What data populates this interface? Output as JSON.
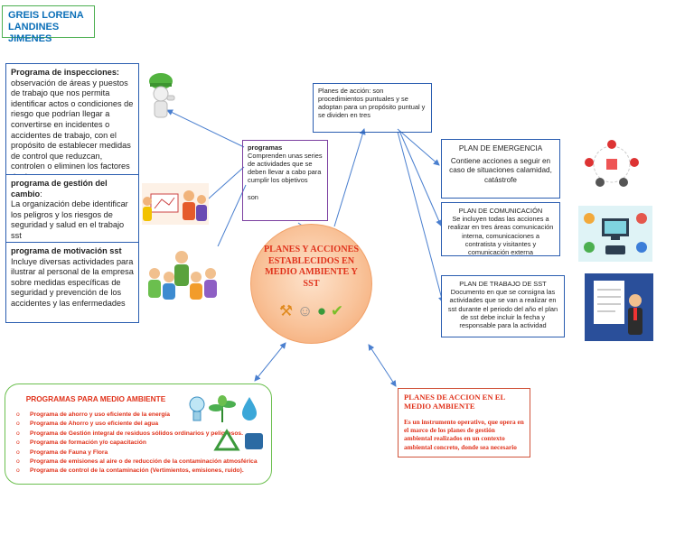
{
  "author": {
    "line1": "GREIS LORENA",
    "line2": "LANDINES JIMENES"
  },
  "central": {
    "title": "PLANES Y ACCIONES ESTABLECIDOS EN MEDIO AMBIENTE Y SST"
  },
  "inspecciones": {
    "title": "Programa de inspecciones:",
    "body": "observación de áreas y puestos de trabajo que nos permita identificar actos o condiciones de riesgo que podrían llegar a convertirse en incidentes o accidentes de trabajo, con el propósito de establecer medidas de control que reduzcan, controlen o eliminen los factores de riesgo presentes"
  },
  "gestion_cambio": {
    "title": "programa de gestión del cambio",
    "colon": ":",
    "body": "La organización debe identificar los peligros y los riesgos de seguridad y salud en el trabajo sst"
  },
  "motivacion": {
    "title": "programa de motivación sst",
    "body": "Incluye diversas actividades para ilustrar al personal de la empresa sobre medidas específicas de seguridad y prevención de los accidentes y las enfermedades"
  },
  "programas": {
    "title": "programas",
    "body": "Comprenden unas series de actividades que se deben llevar a cabo para cumplir los objetivos",
    "son": "son"
  },
  "planes_accion": {
    "body": "Planes de acción: son procedimientos puntuales y se adoptan para un propósito puntual y se dividen en tres"
  },
  "emergencia": {
    "title": "PLAN DE EMERGENCIA",
    "body": "Contiene acciones a seguir en caso de situaciones calamidad, catástrofe"
  },
  "comunicacion": {
    "title": "PLAN DE COMUNICACIÓN",
    "body": "Se incluyen todas las acciones a realizar en tres áreas comunicación interna, comunicaciones a contratista y visitantes y comunicación externa"
  },
  "trabajo_sst": {
    "title": "PLAN DE TRABAJO DE SST",
    "body": "Documento en que se consigna las actividades que se van a realizar en sst durante el periodo del año el plan de sst debe incluir la fecha y responsable para la actividad"
  },
  "medio_ambiente": {
    "title": "PROGRAMAS PARA MEDIO AMBIENTE",
    "bullet": "o",
    "items": [
      "Programa de ahorro y uso eficiente de la energía",
      "Programa de Ahorro y uso eficiente del agua",
      "Programa de Gestión integral de residuos sólidos ordinarios y peligrosos.",
      "Programa de formación y/o capacitación",
      "Programa de Fauna y Flora",
      "Programa de emisiones al aire o de reducción de la contaminación atmosférica",
      "Programa de control de la contaminación (Vertimientos, emisiones, ruido)."
    ]
  },
  "plan_accion_ma": {
    "title": "PLANES DE ACCION EN EL MEDIO AMBIENTE",
    "body": "Es un instrumento operativo, que opera en el marco de los planes de gestión ambiental realizados en un contexto ambiental concreto, donde sea necesario"
  },
  "colors": {
    "blue_border": "#2a5db0",
    "arrow": "#4a7fcf",
    "red_text": "#e0321b",
    "green_border": "#6bbf4e",
    "author_text": "#0b6fb8"
  },
  "icons": [
    "worker-helmet-icon",
    "meeting-icon",
    "group-icon",
    "emergency-chart-icon",
    "communication-icon",
    "plan-document-icon",
    "bulb-icon",
    "plant-icon",
    "water-drop-icon",
    "recycle-icon",
    "globe-icon",
    "check-icon"
  ]
}
